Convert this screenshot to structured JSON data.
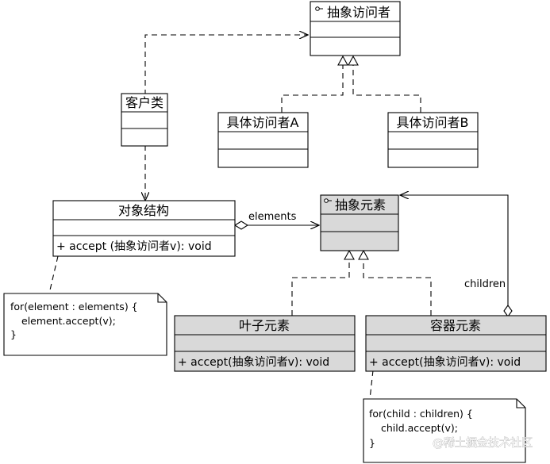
{
  "abstract_visitor": {
    "name": "抽象访问者"
  },
  "client": {
    "name": "客户类"
  },
  "visitor_a": {
    "name": "具体访问者A"
  },
  "visitor_b": {
    "name": "具体访问者B"
  },
  "object_structure": {
    "name": "对象结构",
    "method": "+ accept (抽象访问者v): void"
  },
  "abstract_element": {
    "name": "抽象元素"
  },
  "leaf_element": {
    "name": "叶子元素",
    "method": "+ accept(抽象访问者v): void"
  },
  "container_element": {
    "name": "容器元素",
    "method": "+  accept(抽象访问者v): void"
  },
  "labels": {
    "elements": "elements",
    "children": "children"
  },
  "note_structure": {
    "lines": [
      "for(element : elements) {",
      "element.accept(v);",
      "}"
    ]
  },
  "note_container": {
    "lines": [
      "for(child : children) {",
      "child.accept(v);",
      "}"
    ]
  },
  "watermark": "@稀土掘金技术社区",
  "colors": {
    "abstract_fill": "#d9d9d9",
    "box_fill": "#ffffff",
    "line": "#000000"
  }
}
